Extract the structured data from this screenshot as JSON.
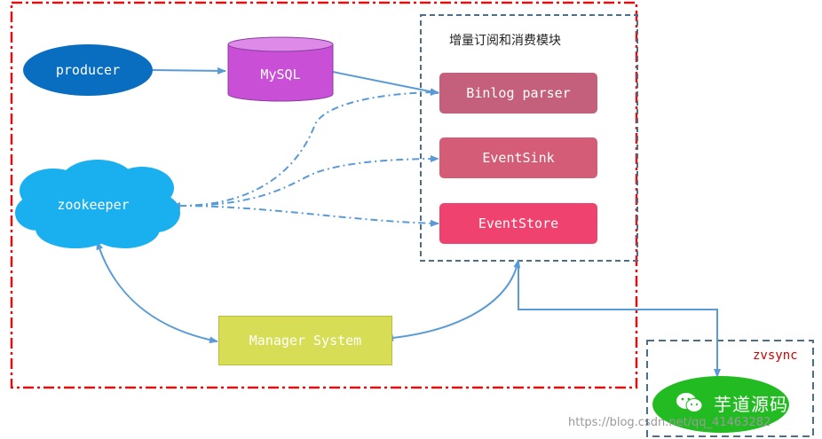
{
  "group": {
    "title": "增量订阅和消费模块"
  },
  "nodes": {
    "producer": "producer",
    "mysql": "MySQL",
    "zookeeper": "zookeeper",
    "binlog_parser": "Binlog parser",
    "event_sink": "EventSink",
    "event_store": "EventStore",
    "manager_system": "Manager System"
  },
  "zvsync": {
    "label": "zvsync"
  },
  "watermark": {
    "brand": "芋道源码",
    "url": "https://blog.csdn.net/qq_41463282"
  },
  "colors": {
    "producer": "#0a6ec0",
    "mysql": "#c94fd6",
    "zookeeper": "#1ab0f0",
    "binlog_parser": "#c4607c",
    "event_sink": "#d45c76",
    "event_store": "#f0426e",
    "manager_system": "#d7dd55",
    "client": "#22bb22",
    "connector": "#5b9bd5",
    "boundary": "#e01010",
    "module_border": "#4a6f8a"
  }
}
